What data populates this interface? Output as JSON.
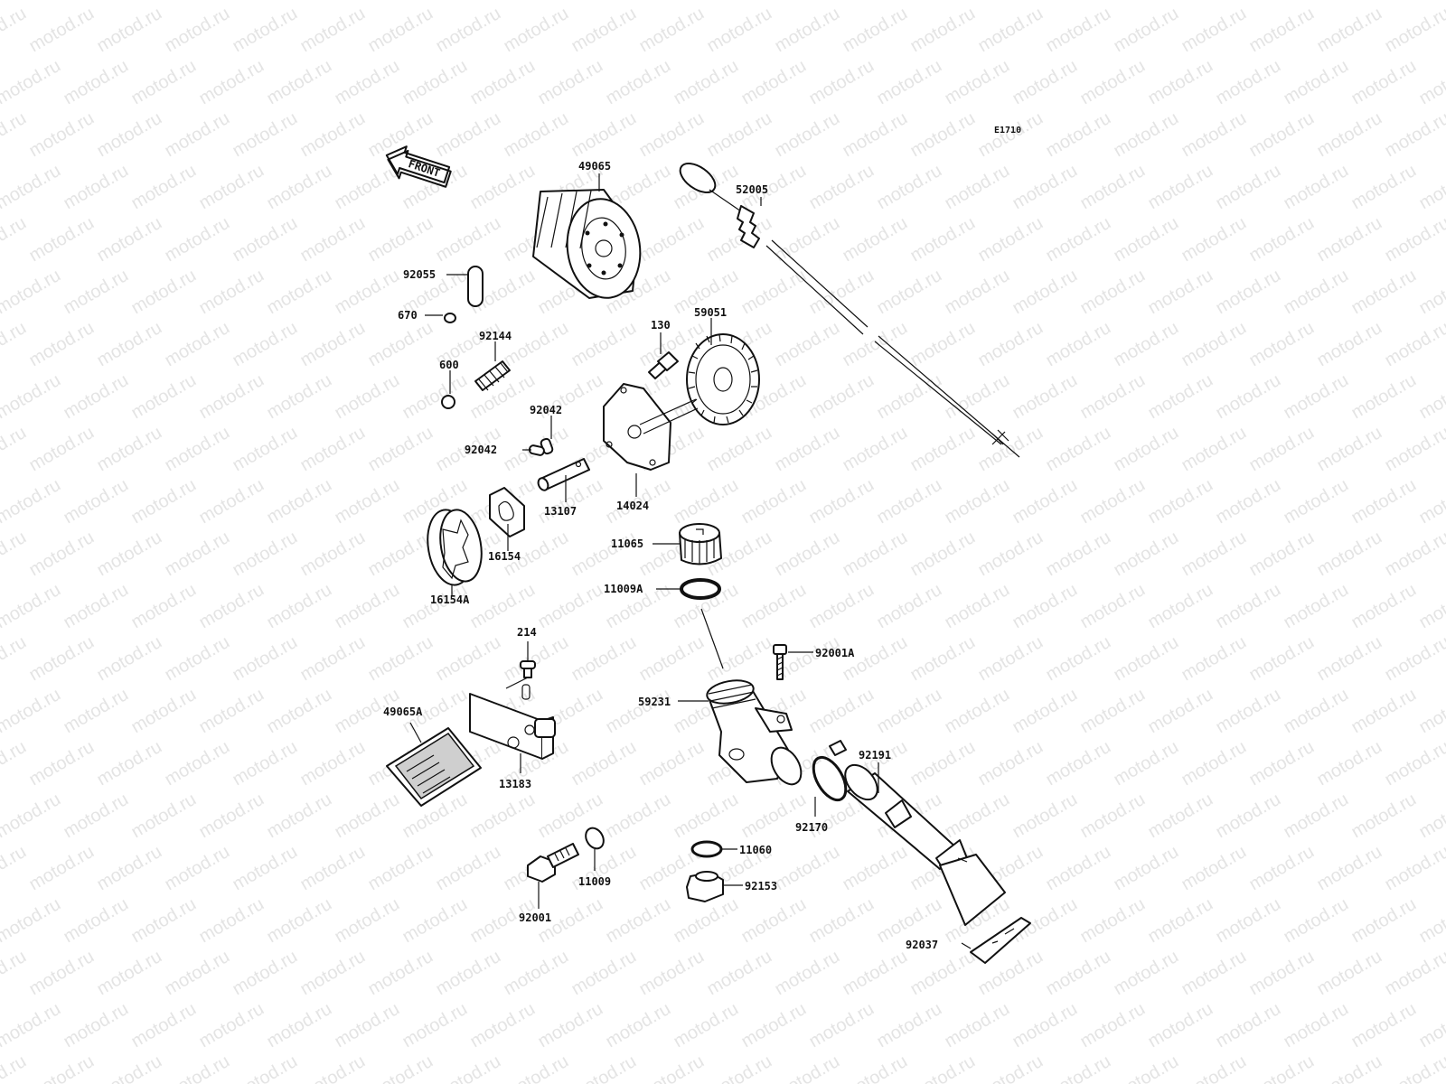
{
  "watermark": {
    "text": "motod.ru"
  },
  "figure": {
    "code": "E1710",
    "front_label": "FRONT"
  },
  "parts": [
    {
      "id": "49065",
      "label": "49065"
    },
    {
      "id": "52005",
      "label": "52005"
    },
    {
      "id": "92055",
      "label": "92055"
    },
    {
      "id": "670",
      "label": "670"
    },
    {
      "id": "92144",
      "label": "92144"
    },
    {
      "id": "600",
      "label": "600"
    },
    {
      "id": "130",
      "label": "130"
    },
    {
      "id": "59051",
      "label": "59051"
    },
    {
      "id": "92042a",
      "label": "92042"
    },
    {
      "id": "92042b",
      "label": "92042"
    },
    {
      "id": "13107",
      "label": "13107"
    },
    {
      "id": "14024",
      "label": "14024"
    },
    {
      "id": "16154",
      "label": "16154"
    },
    {
      "id": "16154A",
      "label": "16154A"
    },
    {
      "id": "11065",
      "label": "11065"
    },
    {
      "id": "11009A",
      "label": "11009A"
    },
    {
      "id": "214",
      "label": "214"
    },
    {
      "id": "92001A",
      "label": "92001A"
    },
    {
      "id": "49065A",
      "label": "49065A"
    },
    {
      "id": "59231",
      "label": "59231"
    },
    {
      "id": "13183",
      "label": "13183"
    },
    {
      "id": "92191",
      "label": "92191"
    },
    {
      "id": "92170",
      "label": "92170"
    },
    {
      "id": "11060",
      "label": "11060"
    },
    {
      "id": "11009",
      "label": "11009"
    },
    {
      "id": "92153",
      "label": "92153"
    },
    {
      "id": "92001",
      "label": "92001"
    },
    {
      "id": "92037",
      "label": "92037"
    }
  ]
}
